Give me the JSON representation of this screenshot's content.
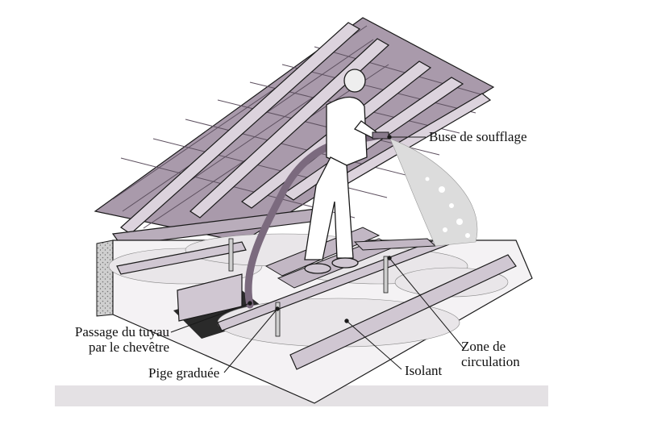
{
  "labels": {
    "buse": "Buse de soufflage",
    "passage_l1": "Passage du tuyau",
    "passage_l2": "par le chevêtre",
    "pige": "Pige graduée",
    "isolant": "Isolant",
    "zone_l1": "Zone de",
    "zone_l2": "circulation"
  },
  "colors": {
    "roof": "#a99aab",
    "roof_dark": "#7d6f80",
    "rafter": "#d9d0da",
    "insulation": "#ece9ec",
    "floor_band": "#e6e3e6",
    "outline": "#1a1a1a"
  }
}
